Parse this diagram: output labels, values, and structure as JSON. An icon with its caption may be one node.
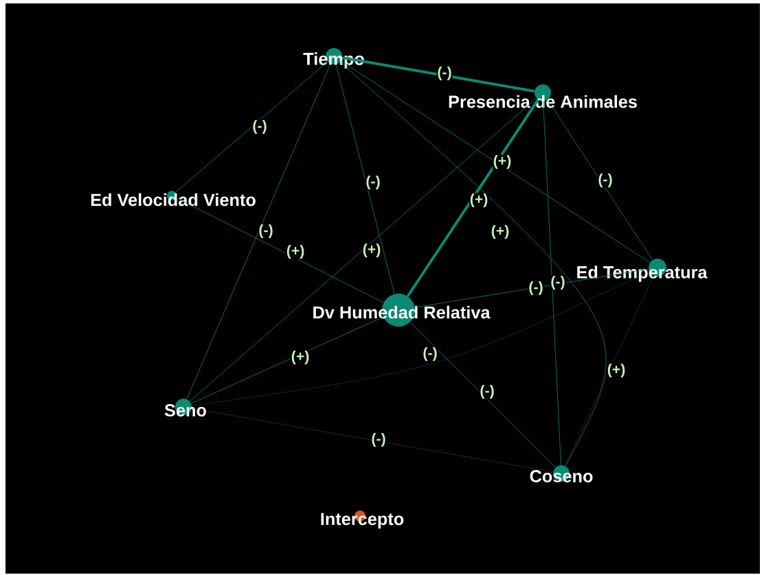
{
  "diagram": {
    "nodes": [
      {
        "text": [
          "Tiempo"
        ]
      },
      {
        "text": [
          "Presencia de Animales"
        ]
      },
      {
        "text": [
          "Ed Velocidad Viento"
        ]
      },
      {
        "text": [
          "Ed Temperatura"
        ]
      },
      {
        "text": [
          "Dv Humedad Relativa"
        ]
      },
      {
        "text": [
          "Seno"
        ]
      },
      {
        "text": [
          "Coseno"
        ]
      },
      {
        "text": [
          "Intercepto"
        ]
      }
    ],
    "edges": [
      {
        "from": 0,
        "to": 1,
        "arrow": "none",
        "label": "(-)",
        "style": "thick"
      },
      {
        "from": 0,
        "to": 2,
        "arrow": "none",
        "label": "(-)"
      },
      {
        "from": 0,
        "to": 4,
        "arrow": "none",
        "label": "(-)"
      },
      {
        "from": 0,
        "to": 3,
        "arrow": "none",
        "label": "(+)"
      },
      {
        "from": 1,
        "to": 4,
        "arrow": "none",
        "label": "(+)",
        "style": "thick"
      },
      {
        "from": 1,
        "to": 3,
        "arrow": "none",
        "label": "(-)"
      },
      {
        "from": 0,
        "to": 5,
        "arrow": "none",
        "label": "(-)"
      },
      {
        "from": 2,
        "to": 4,
        "arrow": "none",
        "label": "(+)"
      },
      {
        "from": 1,
        "to": 5,
        "arrow": "none",
        "label": "(+)"
      },
      {
        "from": 0,
        "to": 6,
        "arrow": "none",
        "label": "(+)"
      },
      {
        "from": 4,
        "to": 3,
        "arrow": "none",
        "label": "(-)"
      },
      {
        "from": 1,
        "to": 6,
        "arrow": "none",
        "label": "(-)"
      },
      {
        "from": 5,
        "to": 3,
        "arrow": "none",
        "label": "(-)",
        "style": "dashed"
      },
      {
        "from": 5,
        "to": 4,
        "arrow": "none",
        "label": "(+)"
      },
      {
        "from": 4,
        "to": 6,
        "arrow": "none",
        "label": "(-)"
      },
      {
        "from": 3,
        "to": 6,
        "arrow": "none",
        "label": "(+)",
        "style": "dashed",
        "color": "#6b6128"
      },
      {
        "from": 5,
        "to": 6,
        "arrow": "none",
        "label": "(-)",
        "style": "dashed",
        "color": "#b8561c"
      }
    ]
  }
}
